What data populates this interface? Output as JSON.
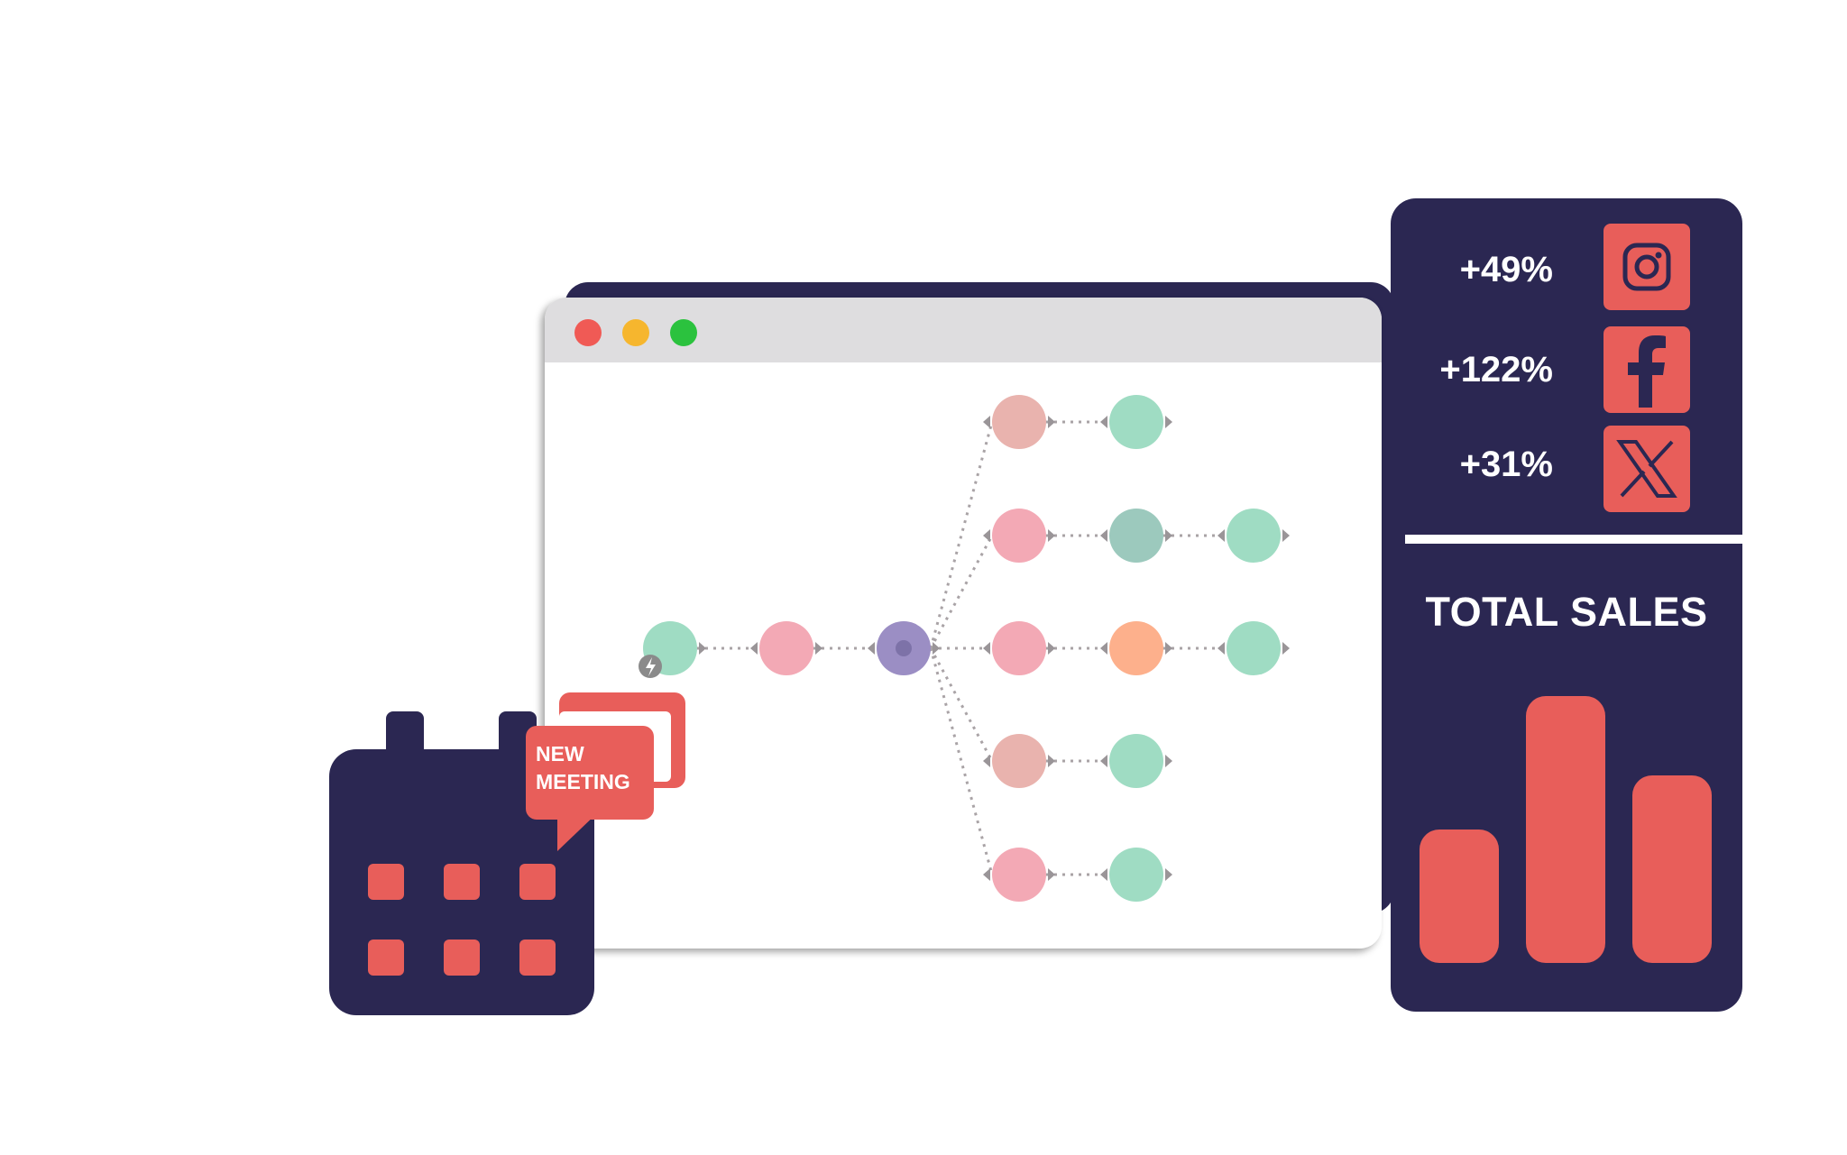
{
  "browser": {
    "window_controls": [
      {
        "name": "close",
        "color": "#f05a55"
      },
      {
        "name": "minimize",
        "color": "#f6b62e"
      },
      {
        "name": "maximize",
        "color": "#2bc23e"
      }
    ]
  },
  "stats": [
    {
      "value": "+49%",
      "icon": "instagram-icon"
    },
    {
      "value": "+122%",
      "icon": "facebook-icon"
    },
    {
      "value": "+31%",
      "icon": "x-twitter-icon"
    }
  ],
  "sales": {
    "title": "TOTAL SALES",
    "bars": [
      0.5,
      1.0,
      0.7
    ]
  },
  "meeting": {
    "label_line1": "NEW",
    "label_line2": "MEETING"
  },
  "colors": {
    "navy": "#2b2752",
    "coral": "#e85e5a",
    "mint": "#9fdcc3",
    "pink": "#f3a9b5",
    "salmon": "#e9b3ae",
    "purple": "#9b8ec4",
    "orange": "#fdb08c",
    "teal": "#9cc9bd"
  }
}
